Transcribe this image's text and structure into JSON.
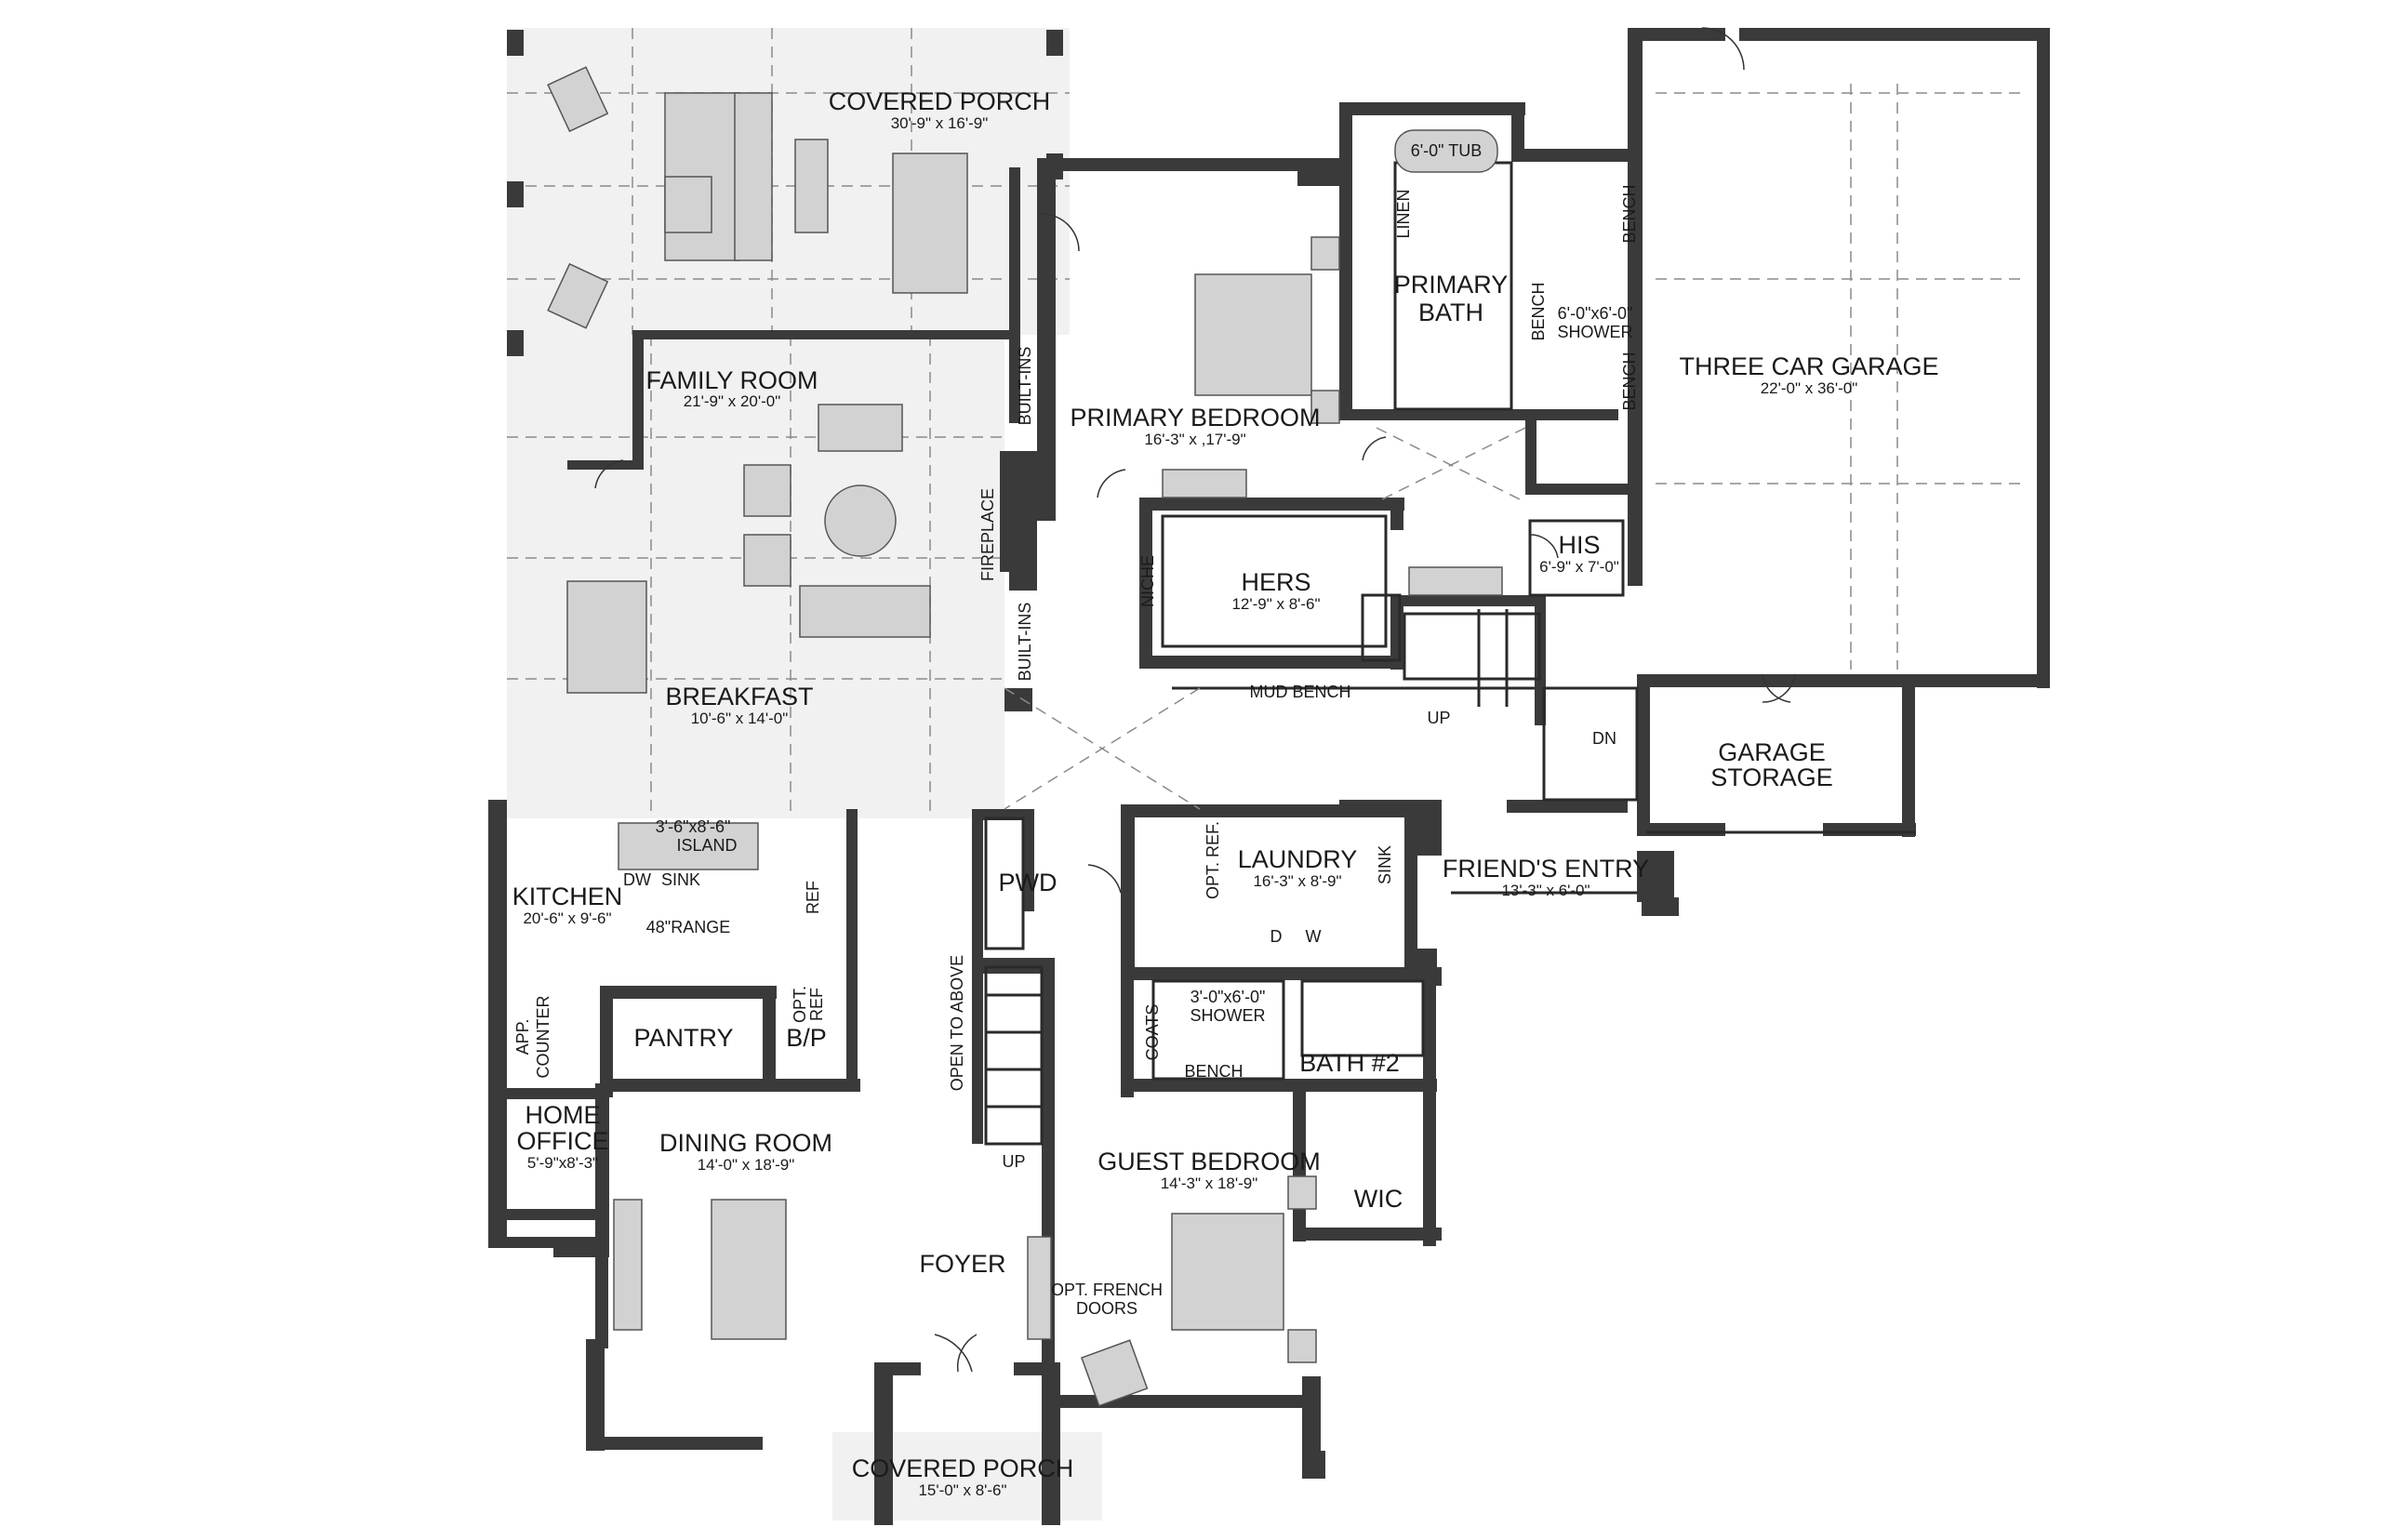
{
  "rooms": {
    "covered_porch_rear": {
      "name": "COVERED PORCH",
      "dims": "30'-9\" x 16'-9\""
    },
    "family_room": {
      "name": "FAMILY ROOM",
      "dims": "21'-9\" x 20'-0\""
    },
    "breakfast": {
      "name": "BREAKFAST",
      "dims": "10'-6\" x 14'-0\""
    },
    "primary_bedroom": {
      "name": "PRIMARY BEDROOM",
      "dims": "16'-3\" x ,17'-9\""
    },
    "primary_bath": {
      "name_line1": "PRIMARY",
      "name_line2": "BATH"
    },
    "three_car_garage": {
      "name": "THREE CAR GARAGE",
      "dims": "22'-0\" x 36'-0\""
    },
    "hers": {
      "name": "HERS",
      "dims": "12'-9\" x 8'-6\""
    },
    "his": {
      "name": "HIS",
      "dims": "6'-9\" x 7'-0\""
    },
    "garage_storage": {
      "name_line1": "GARAGE",
      "name_line2": "STORAGE"
    },
    "kitchen": {
      "name": "KITCHEN",
      "dims": "20'-6\" x 9'-6\""
    },
    "laundry": {
      "name": "LAUNDRY",
      "dims": "16'-3\" x 8'-9\""
    },
    "friends_entry": {
      "name": "FRIEND'S ENTRY",
      "dims": "13'-3\" x 6'-0\""
    },
    "pantry": {
      "name": "PANTRY"
    },
    "bp": {
      "name": "B/P"
    },
    "pwd": {
      "name": "PWD"
    },
    "bath2": {
      "name": "BATH #2"
    },
    "home_office": {
      "name_line1": "HOME",
      "name_line2": "OFFICE",
      "dims": "5'-9\"x8'-3\""
    },
    "dining_room": {
      "name": "DINING ROOM",
      "dims": "14'-0\" x 18'-9\""
    },
    "guest_bedroom": {
      "name": "GUEST BEDROOM",
      "dims": "14'-3\" x 18'-9\""
    },
    "wic": {
      "name": "WIC"
    },
    "foyer": {
      "name": "FOYER"
    },
    "covered_porch_front": {
      "name": "COVERED PORCH",
      "dims": "15'-0\" x 8'-6\""
    }
  },
  "labels": {
    "tub": "6'-0\" TUB",
    "linen": "LINEN",
    "bench": "BENCH",
    "shower_primary_dims": "6'-0\"x6'-0\"",
    "shower": "SHOWER",
    "built_ins": "BUILT-INS",
    "fireplace": "FIREPLACE",
    "niche": "NICHE",
    "mud_bench": "MUD BENCH",
    "up": "UP",
    "dn": "DN",
    "island_dims": "3'-6\"x8'-6\"",
    "island": "ISLAND",
    "dw": "DW",
    "sink": "SINK",
    "range": "48\"RANGE",
    "ref": "REF",
    "opt_ref": "OPT. REF.",
    "opt": "OPT.",
    "ref_short": "REF",
    "d": "D",
    "w": "W",
    "shower_bath2_dims": "3'-0\"x6'-0\"",
    "coats": "COATS",
    "open_to_above": "OPEN TO ABOVE",
    "app": "APP.",
    "counter": "COUNTER",
    "opt_french": "OPT. FRENCH",
    "doors": "DOORS"
  }
}
